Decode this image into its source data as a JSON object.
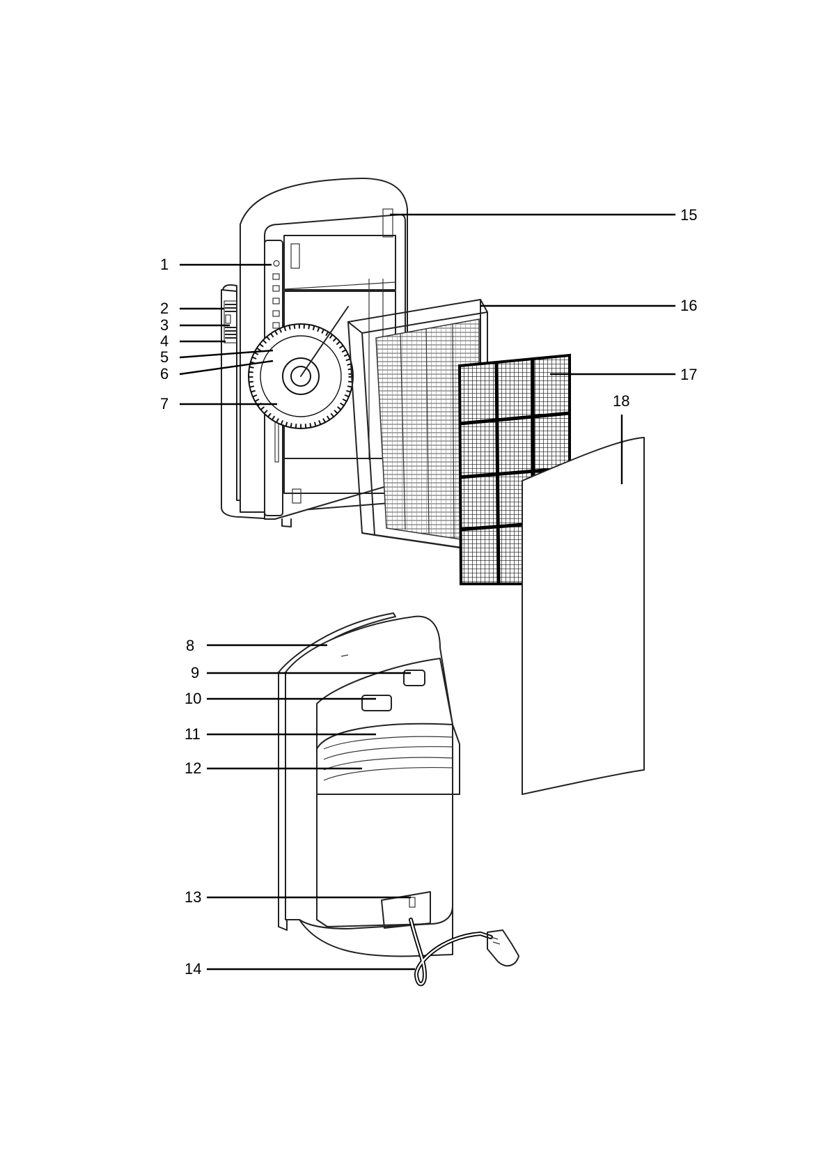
{
  "callouts": [
    {
      "label": "1"
    },
    {
      "label": "2"
    },
    {
      "label": "3"
    },
    {
      "label": "4"
    },
    {
      "label": "5"
    },
    {
      "label": "6"
    },
    {
      "label": "7"
    },
    {
      "label": "8"
    },
    {
      "label": "9"
    },
    {
      "label": "10"
    },
    {
      "label": "11"
    },
    {
      "label": "12"
    },
    {
      "label": "13"
    },
    {
      "label": "14"
    },
    {
      "label": "15"
    },
    {
      "label": "16"
    },
    {
      "label": "17"
    },
    {
      "label": "18"
    }
  ],
  "colors": {
    "line": "#000000",
    "background": "#ffffff",
    "mesh": "#111111"
  }
}
